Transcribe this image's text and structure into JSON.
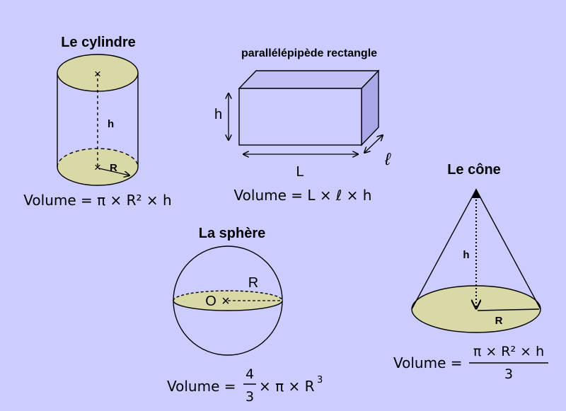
{
  "colors": {
    "background": "#ccccff",
    "surface_fill": "#d9d9a8",
    "box_front": "#ccccff",
    "box_top": "#c0c0f4",
    "box_side": "#a8a8e6",
    "line": "#000000"
  },
  "cylinder": {
    "title": "Le cylindre",
    "height_label": "h",
    "radius_label": "R",
    "formula": "Volume = π × R² × h"
  },
  "box": {
    "title": "parallélépipède rectangle",
    "height_label": "h",
    "length_label": "L",
    "width_label": "ℓ",
    "formula": "Volume = L × ℓ × h"
  },
  "sphere": {
    "title": "La sphère",
    "center_label": "O",
    "radius_label": "R",
    "formula_prefix": "Volume =",
    "numerator": "4",
    "denominator": "3",
    "formula_suffix": "× π × R",
    "exponent": "3"
  },
  "cone": {
    "title": "Le cône",
    "height_label": "h",
    "radius_label": "R",
    "formula_prefix": "Volume =",
    "numerator": "π × R² × h",
    "denominator": "3"
  }
}
